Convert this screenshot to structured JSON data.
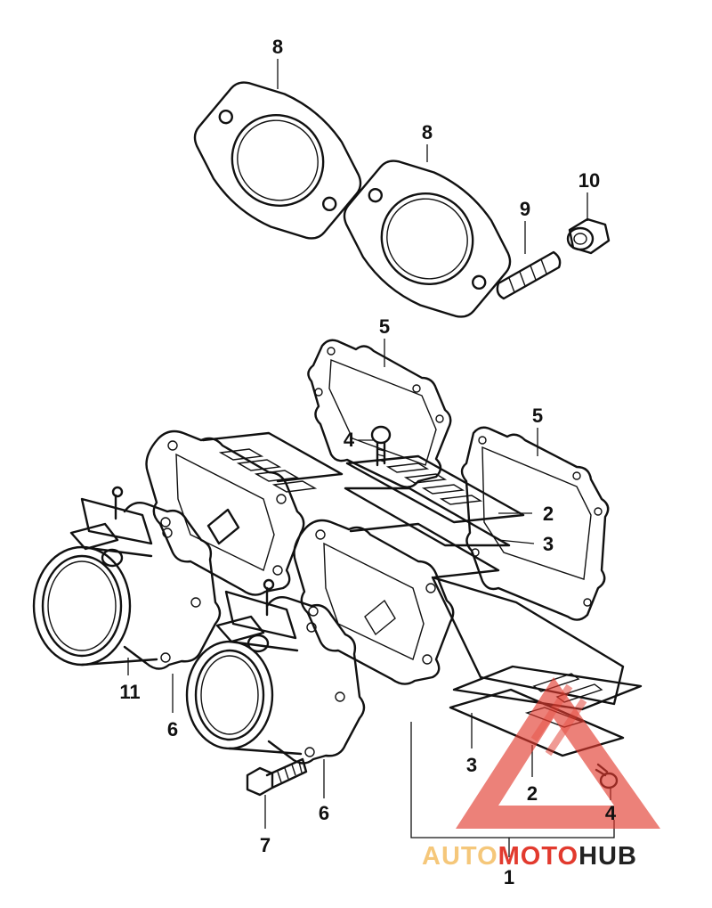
{
  "callouts": {
    "gasket_top_left": "8",
    "gasket_top_right": "8",
    "stud": "9",
    "nut": "10",
    "reed_gasket_left": "5",
    "reed_gasket_right": "5",
    "screw_upper": "4",
    "reed_petal_upper": "2",
    "reed_stopper_upper": "3",
    "joint_left": "6",
    "joint_right": "6",
    "clamp": "11",
    "bolt": "7",
    "reed_stopper_lower": "3",
    "reed_petal_lower": "2",
    "screw_lower": "4",
    "assembly": "1"
  },
  "watermark": {
    "part1": "AUTO",
    "part2": "MOTO",
    "part3": "HUB",
    "color_light": "#f5c77a",
    "color_red": "#e23a2e",
    "color_dark": "#222222"
  }
}
